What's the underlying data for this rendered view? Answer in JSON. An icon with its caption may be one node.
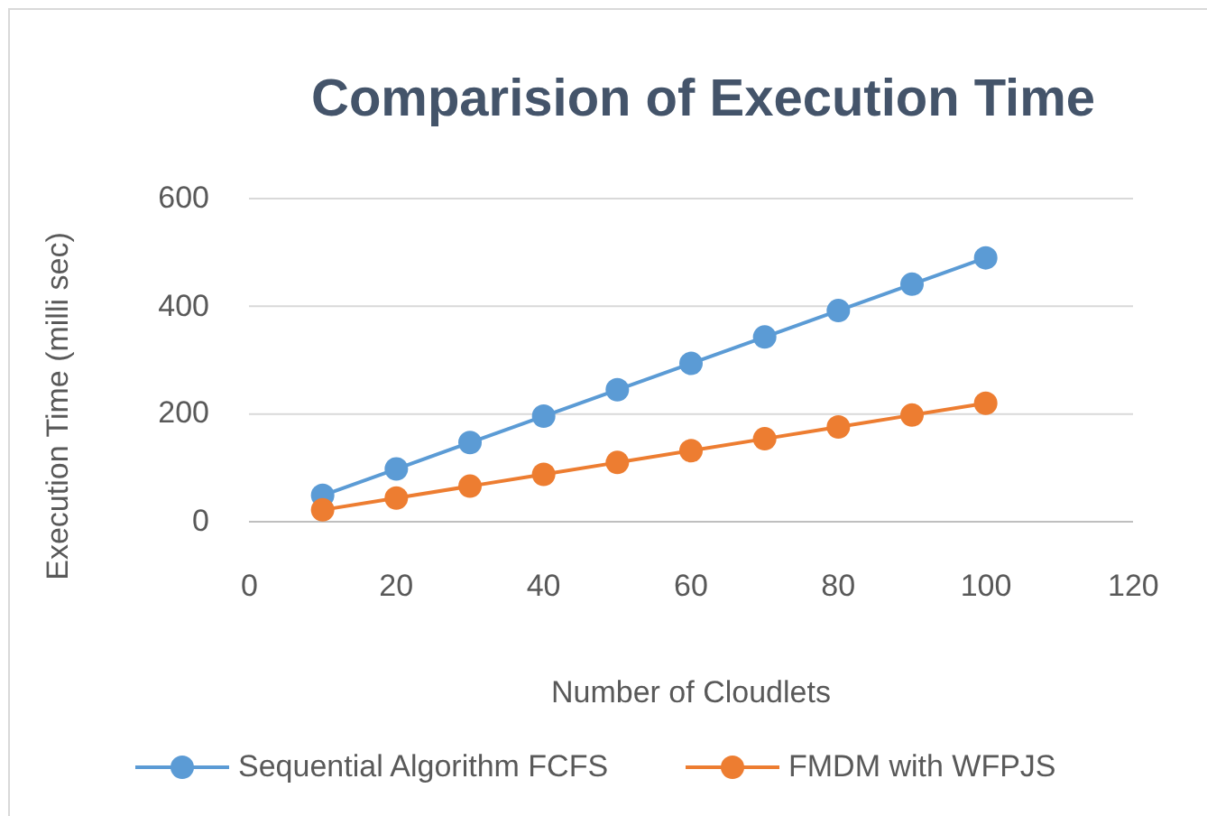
{
  "diagram": {
    "chart_data": {
      "type": "line",
      "title": "Comparision of Execution Time",
      "xlabel": "Number of Cloudlets",
      "ylabel": "Execution Time (milli sec)",
      "x": [
        10,
        20,
        30,
        40,
        50,
        60,
        70,
        80,
        90,
        100
      ],
      "series": [
        {
          "name": "Sequential Algorithm FCFS",
          "color": "#5b9bd5",
          "marker": "circle",
          "values": [
            49,
            98,
            147,
            196,
            245,
            294,
            343,
            392,
            441,
            490
          ]
        },
        {
          "name": "FMDM with WFPJS",
          "color": "#ed7d31",
          "marker": "circle",
          "values": [
            22,
            44,
            66,
            88,
            110,
            132,
            154,
            176,
            198,
            220
          ]
        }
      ],
      "xlim": [
        0,
        120
      ],
      "ylim": [
        0,
        600
      ],
      "xticks": [
        0,
        20,
        40,
        60,
        80,
        100,
        120
      ],
      "yticks": [
        0,
        200,
        400,
        600
      ],
      "legend": "bottom"
    }
  }
}
